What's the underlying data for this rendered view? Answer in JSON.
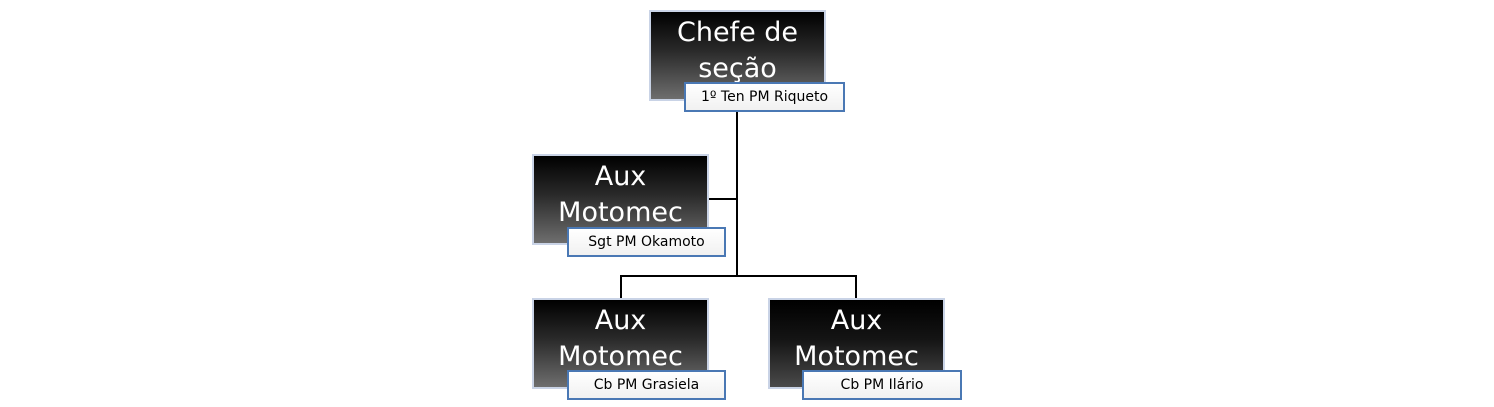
{
  "chart": {
    "nodes": [
      {
        "id": "chief",
        "title_lines": [
          "Chefe de",
          "seção"
        ],
        "name": "1º Ten PM Riqueto"
      },
      {
        "id": "aux1",
        "title_lines": [
          "Aux",
          "Motomec"
        ],
        "name": "Sgt PM Okamoto"
      },
      {
        "id": "aux2",
        "title_lines": [
          "Aux",
          "Motomec"
        ],
        "name": "Cb PM Grasiela"
      },
      {
        "id": "aux3",
        "title_lines": [
          "Aux",
          "Motomec"
        ],
        "name": "Cb PM Ilário"
      }
    ],
    "edges": [
      {
        "from": "chief",
        "to": "aux1",
        "type": "assistant"
      },
      {
        "from": "chief",
        "to": "aux2",
        "type": "subordinate"
      },
      {
        "from": "chief",
        "to": "aux3",
        "type": "subordinate"
      }
    ]
  },
  "colors": {
    "connector": "#000000",
    "box_border": "#c9d3e6",
    "tag_border": "#4a78b4",
    "box_text": "#ffffff",
    "tag_text": "#000000"
  }
}
